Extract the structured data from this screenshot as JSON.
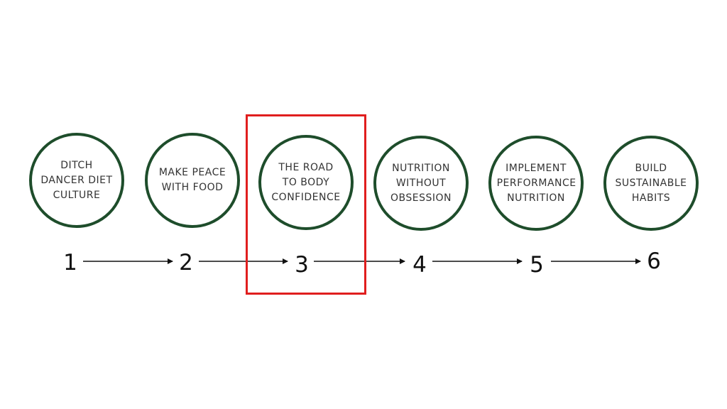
{
  "steps": [
    {
      "number": "1",
      "label": "DITCH\nDANCER DIET\nCULTURE"
    },
    {
      "number": "2",
      "label": "MAKE PEACE\nWITH FOOD"
    },
    {
      "number": "3",
      "label": "THE ROAD\nTO BODY\nCONFIDENCE"
    },
    {
      "number": "4",
      "label": "NUTRITION\nWITHOUT\nOBSESSION"
    },
    {
      "number": "5",
      "label": "IMPLEMENT\nPERFORMANCE\nNUTRITION"
    },
    {
      "number": "6",
      "label": "BUILD\nSUSTAINABLE\nHABITS"
    }
  ],
  "highlighted_step": "3",
  "colors": {
    "circle_border": "#1e4d2b",
    "highlight": "#e01e1e",
    "text": "#333333"
  }
}
